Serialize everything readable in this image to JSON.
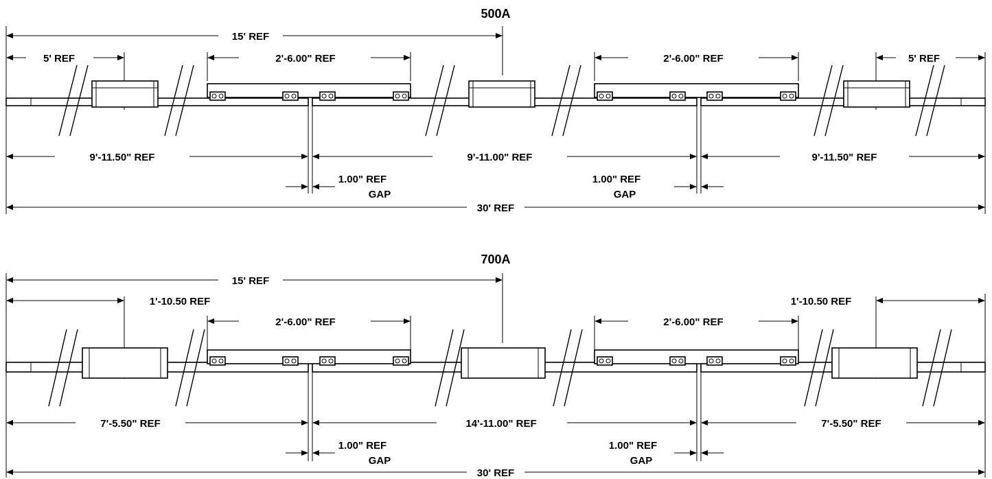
{
  "drawings": [
    {
      "title": "500A",
      "overall_top": "15' REF",
      "end_left": "5' REF",
      "end_right": "5' REF",
      "splice_left": "2'-6.00\" REF",
      "splice_right": "2'-6.00\" REF",
      "seg_left": "9'-11.50\" REF",
      "seg_mid": "9'-11.00\" REF",
      "seg_right": "9'-11.50\" REF",
      "gap_left_1": "1.00\" REF",
      "gap_left_2": "GAP",
      "gap_right_1": "1.00\" REF",
      "gap_right_2": "GAP",
      "overall_bottom": "30' REF"
    },
    {
      "title": "700A",
      "overall_top": "15' REF",
      "end_left": "1'-10.50 REF",
      "end_right": "1'-10.50 REF",
      "splice_left": "2'-6.00\" REF",
      "splice_right": "2'-6.00\" REF",
      "seg_left": "7'-5.50\" REF",
      "seg_mid": "14'-11.00\" REF",
      "seg_right": "7'-5.50\" REF",
      "gap_left_1": "1.00\" REF",
      "gap_left_2": "GAP",
      "gap_right_1": "1.00\" REF",
      "gap_right_2": "GAP",
      "overall_bottom": "30' REF"
    }
  ]
}
